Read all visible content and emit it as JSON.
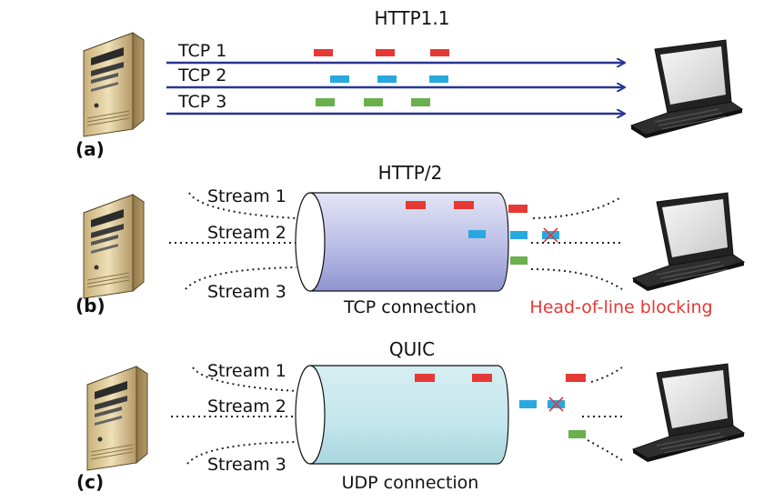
{
  "panel_a": {
    "label": "(a)",
    "title": "HTTP1.1",
    "tcp_labels": [
      "TCP 1",
      "TCP 2",
      "TCP 3"
    ]
  },
  "panel_b": {
    "label": "(b)",
    "title": "HTTP/2",
    "streams": [
      "Stream 1",
      "Stream 2",
      "Stream 3"
    ],
    "pipe_label": "TCP connection",
    "blocking_label": "Head-of-line blocking"
  },
  "panel_c": {
    "label": "(c)",
    "title": "QUIC",
    "streams": [
      "Stream 1",
      "Stream 2",
      "Stream 3"
    ],
    "pipe_label": "UDP connection"
  },
  "colors": {
    "arrow": "#283593",
    "packet_red": "#e53935",
    "packet_blue": "#29a8e0",
    "packet_green": "#6ab04c",
    "blocking_text": "#e53935",
    "tcp_pipe": "#b9bde6",
    "udp_pipe": "#c5e8ee"
  },
  "icons": [
    "server-icon",
    "laptop-icon",
    "lost-packet-x-icon"
  ]
}
